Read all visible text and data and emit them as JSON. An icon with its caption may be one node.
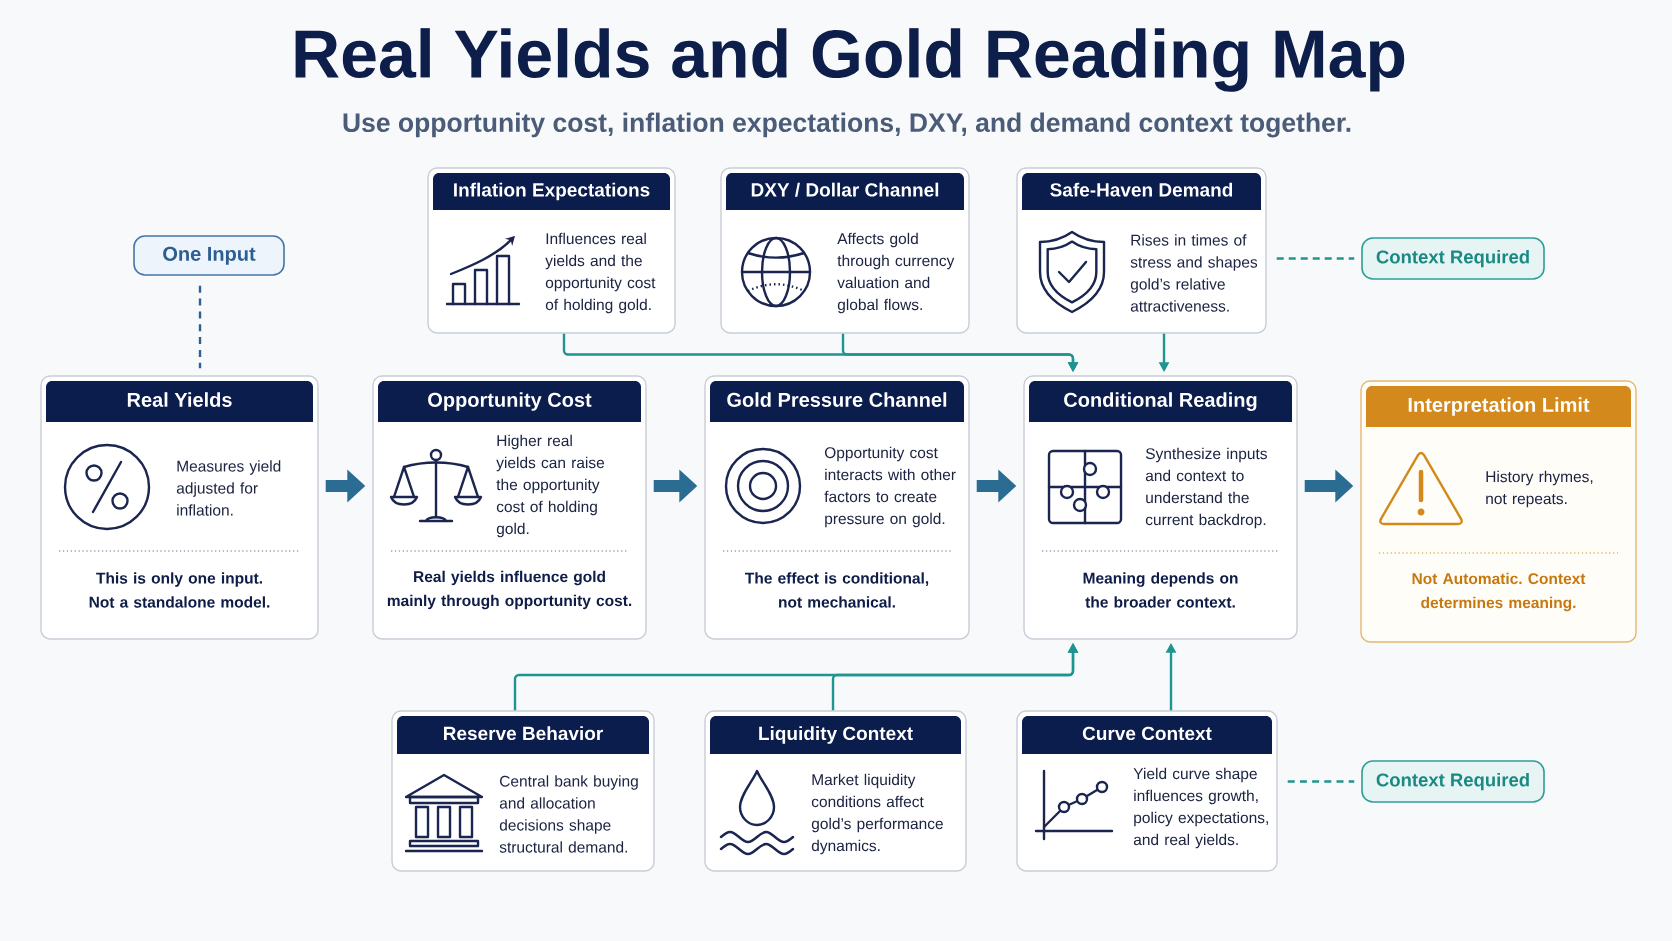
{
  "diagram": {
    "title": "Real Yields and Gold Reading Map",
    "nodes": [
      {
        "text": [
          "Inflation Expectations",
          "Influences real yields and the opportunity cost of holding gold."
        ]
      },
      {
        "text": [
          "DXY / Dollar Channel",
          "Affects gold through currency valuation and global flows."
        ]
      },
      {
        "text": [
          "Safe-Haven Demand",
          "Rises in times of stress and shapes gold’s relative attractiveness."
        ]
      },
      {
        "text": [
          "One Input"
        ]
      },
      {
        "text": [
          "Context Required"
        ]
      },
      {
        "text": [
          "Real Yields",
          "Measures yield adjusted for inflation.",
          "This is only one input. Not a standalone model."
        ]
      },
      {
        "text": [
          "Opportunity Cost",
          "Higher real yields can raise the opportunity cost of holding gold.",
          "Real yields influence gold mainly through opportunity cost."
        ]
      },
      {
        "text": [
          "Gold Pressure Channel",
          "Opportunity cost interacts with other factors to create pressure on gold.",
          "The effect is conditional, not mechanical."
        ]
      },
      {
        "text": [
          "Conditional Reading",
          "Synthesize inputs and context to understand the current backdrop.",
          "Meaning depends on the broader context."
        ]
      },
      {
        "text": [
          "Interpretation Limit",
          "History rhymes, not repeats.",
          "Not Automatic. Context determines meaning."
        ]
      },
      {
        "text": [
          "Reserve Behavior",
          "Central bank buying and allocation decisions shape structural demand."
        ]
      },
      {
        "text": [
          "Liquidity Context",
          "Market liquidity conditions affect gold’s performance dynamics."
        ]
      },
      {
        "text": [
          "Curve Context",
          "Yield curve shape influences growth, policy expectations, and real yields."
        ]
      },
      {
        "text": [
          "Context Required"
        ]
      }
    ],
    "edges": [
      {
        "from": 3,
        "to": 5,
        "arrow": "none",
        "style": "dashed",
        "color": "#2d6290"
      },
      {
        "from": 2,
        "to": 4,
        "arrow": "none",
        "style": "dashed"
      },
      {
        "from": 5,
        "to": 6,
        "arrow": "to",
        "style": "thick",
        "color": "#2b6c93"
      },
      {
        "from": 6,
        "to": 7,
        "arrow": "to",
        "style": "thick",
        "color": "#2b6c93"
      },
      {
        "from": 7,
        "to": 8,
        "arrow": "to",
        "style": "thick",
        "color": "#2b6c93"
      },
      {
        "from": 8,
        "to": 9,
        "arrow": "to",
        "style": "thick",
        "color": "#2b6c93"
      },
      {
        "from": 0,
        "to": 8,
        "arrow": "to"
      },
      {
        "from": 1,
        "to": 8,
        "arrow": "to"
      },
      {
        "from": 2,
        "to": 8,
        "arrow": "to"
      },
      {
        "from": 10,
        "to": 8,
        "arrow": "to"
      },
      {
        "from": 11,
        "to": 8,
        "arrow": "to"
      },
      {
        "from": 12,
        "to": 8,
        "arrow": "to"
      },
      {
        "from": 12,
        "to": 13,
        "arrow": "none",
        "style": "dashed"
      }
    ],
    "labels": [
      "Use opportunity cost, inflation expectations, DXY, and demand context together."
    ]
  }
}
